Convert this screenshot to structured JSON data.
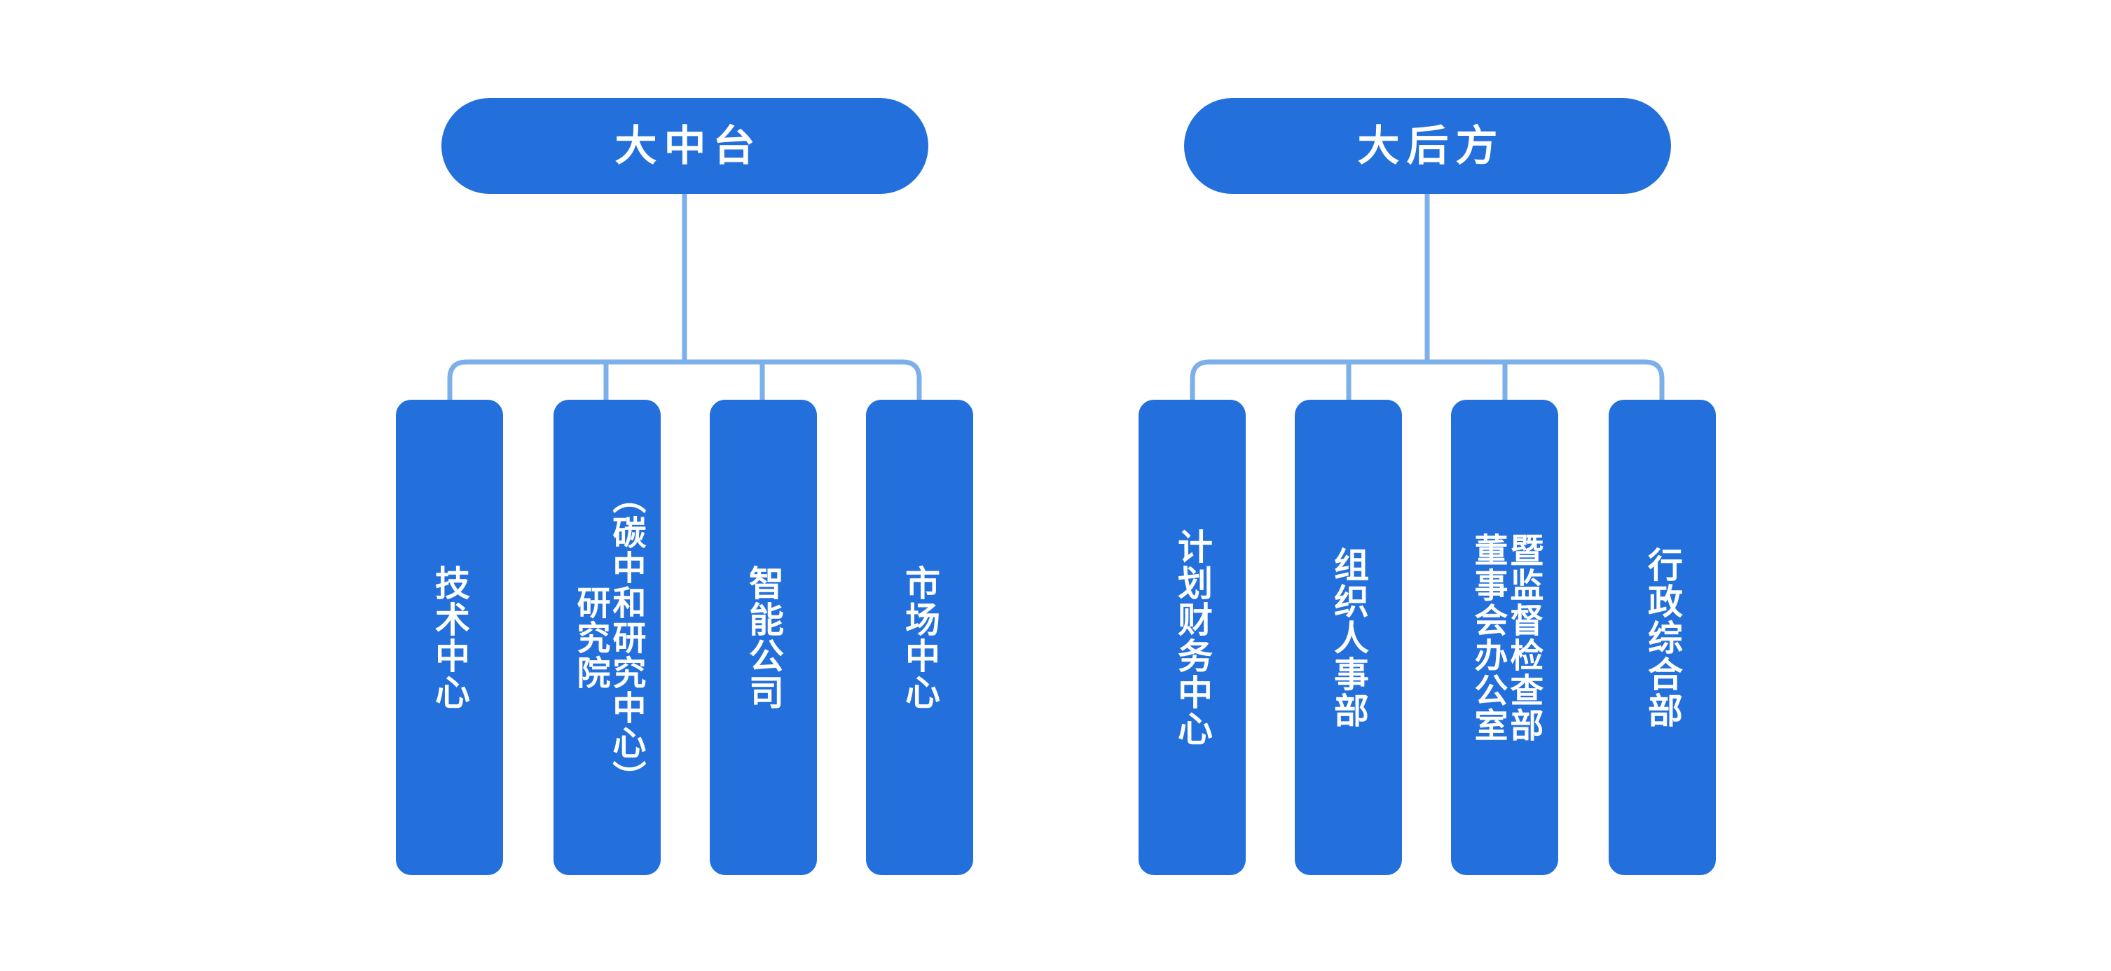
{
  "diagram": {
    "title": "组织架构图",
    "type": "org-chart",
    "background_color": "#FFFFFF",
    "node_color": "#2370DC",
    "connector_color": "#7BB0EA",
    "text_color": "#FFFFFF"
  },
  "groups": [
    {
      "id": "group-left",
      "header": {
        "label": "大中台"
      },
      "children": [
        {
          "id": "tech-center",
          "columns": [
            "技术中心"
          ],
          "plain": "技术中心"
        },
        {
          "id": "research-institute",
          "columns": [
            "（碳中和研究中心）",
            "研究院"
          ],
          "plain": "研究院（碳中和研究中心）"
        },
        {
          "id": "smart-company",
          "columns": [
            "智能公司"
          ],
          "plain": "智能公司"
        },
        {
          "id": "market-center",
          "columns": [
            "市场中心"
          ],
          "plain": "市场中心"
        }
      ]
    },
    {
      "id": "group-right",
      "header": {
        "label": "大后方"
      },
      "children": [
        {
          "id": "finance-center",
          "columns": [
            "计划财务中心"
          ],
          "plain": "计划财务中心"
        },
        {
          "id": "hr-department",
          "columns": [
            "组织人事部"
          ],
          "plain": "组织人事部"
        },
        {
          "id": "board-office",
          "columns": [
            "暨监督检查部",
            "董事会办公室"
          ],
          "plain": "董事会办公室暨监督检查部"
        },
        {
          "id": "admin-department",
          "columns": [
            "行政综合部"
          ],
          "plain": "行政综合部"
        }
      ]
    }
  ]
}
